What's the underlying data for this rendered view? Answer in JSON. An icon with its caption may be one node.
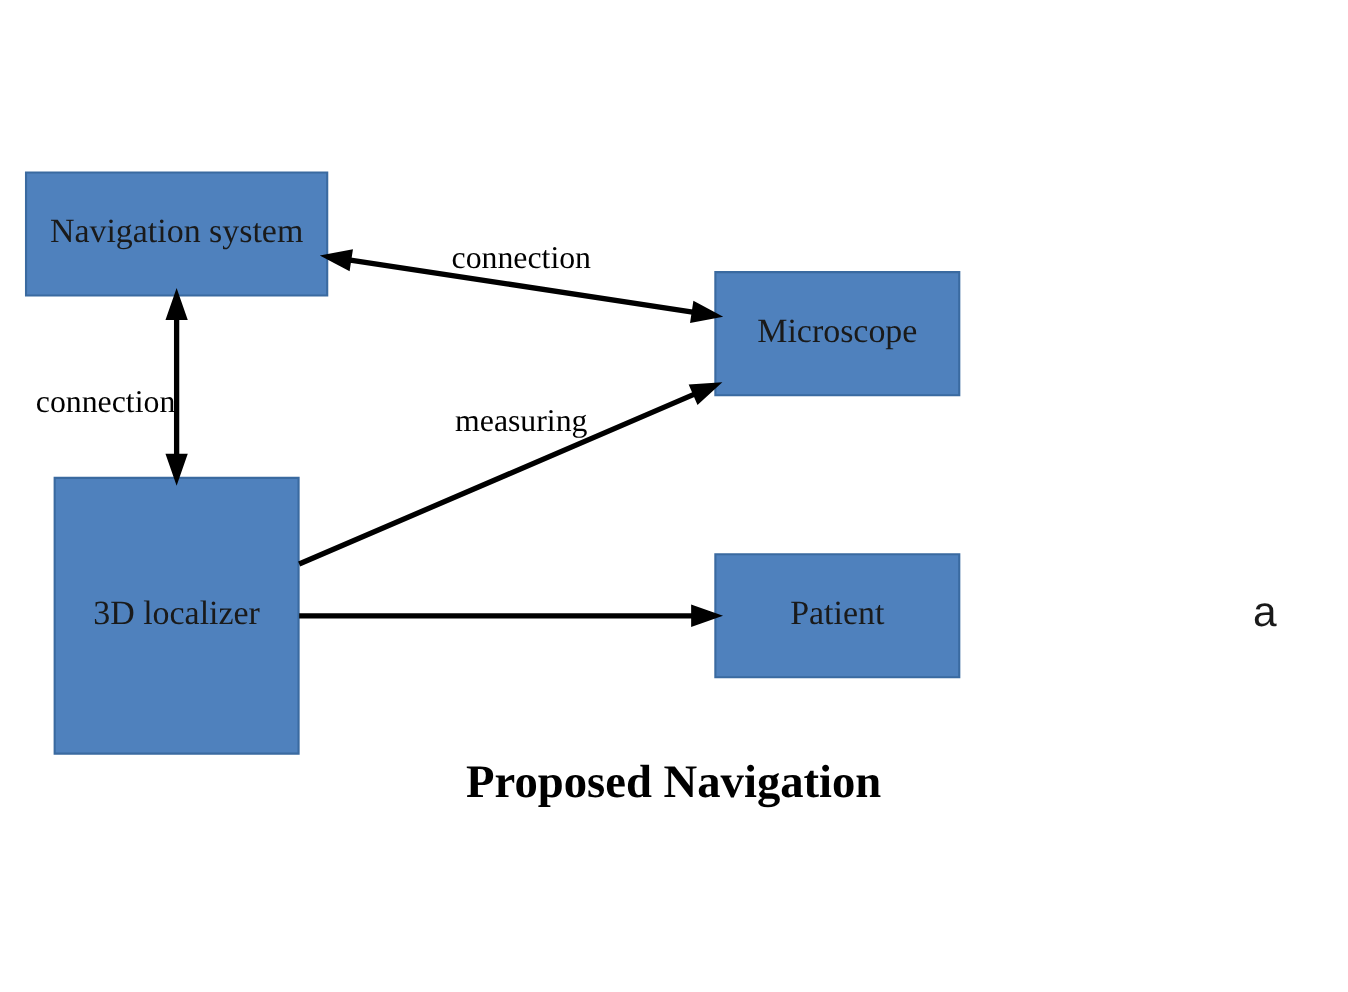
{
  "diagram": {
    "caption": "Proposed Navigation",
    "nodes": [
      {
        "text": [
          "Navigation system"
        ]
      },
      {
        "text": [
          "3D localizer"
        ]
      },
      {
        "text": [
          "Microscope"
        ]
      },
      {
        "text": [
          "Patient"
        ]
      }
    ],
    "edges": [
      {
        "from": 0,
        "to": 1,
        "arrow": "both",
        "label": "connection"
      },
      {
        "from": 2,
        "to": 0,
        "arrow": "both",
        "label": "connection"
      },
      {
        "from": 1,
        "to": 2,
        "arrow": "to",
        "label": "measuring"
      },
      {
        "from": 1,
        "to": 3,
        "arrow": "to"
      }
    ],
    "labels": [
      "a"
    ]
  }
}
